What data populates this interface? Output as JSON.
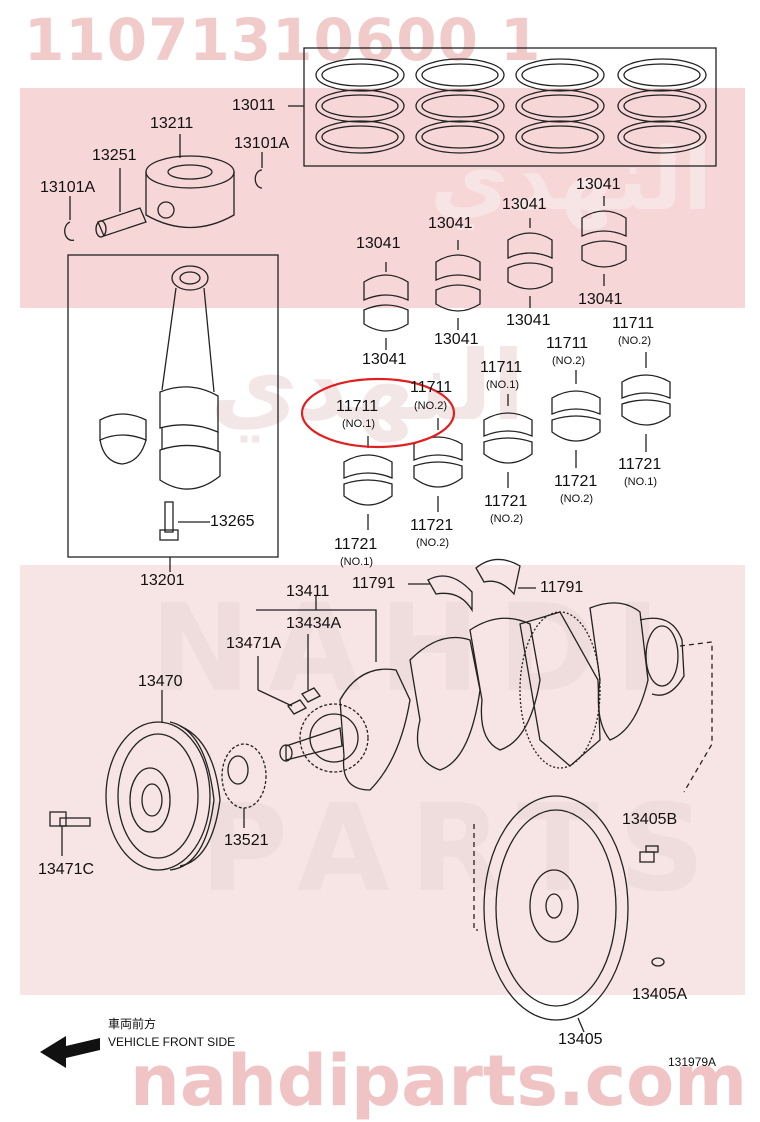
{
  "watermark": {
    "part_number": "11071310600 1",
    "brand_line1": "NAHDI",
    "brand_line2": "PARTS",
    "site": "nahdiparts.com",
    "arabic": "النهدي"
  },
  "labels": {
    "p13011": "13011",
    "p13211": "13211",
    "p13251": "13251",
    "p13101A_left": "13101A",
    "p13101A_right": "13101A",
    "p13201": "13201",
    "p13265": "13265",
    "b13041_1": "13041",
    "b13041_2": "13041",
    "b13041_3": "13041",
    "b13041_4": "13041",
    "b13041_5": "13041",
    "b13041_6": "13041",
    "b13041_7": "13041",
    "b13041_8": "13041",
    "b11711_1": "11711",
    "b11711_2": "11711",
    "b11711_3": "11711",
    "b11711_4": "11711",
    "b11711_5": "11711",
    "b11721_1": "11721",
    "b11721_2": "11721",
    "b11721_3": "11721",
    "b11721_4": "11721",
    "b11721_5": "11721",
    "t11791_left": "11791",
    "t11791_right": "11791",
    "p13411": "13411",
    "p13434A": "13434A",
    "p13471A": "13471A",
    "p13470": "13470",
    "p13471C": "13471C",
    "p13521": "13521",
    "p13405B": "13405B",
    "p13405A": "13405A",
    "p13405": "13405"
  },
  "sublabels": {
    "s1_no1": "(NO.1)",
    "s2_no2": "(NO.2)",
    "s3_no1": "(NO.1)",
    "s4_no2": "(NO.2)",
    "s5_no2": "(NO.2)",
    "s6_no1": "(NO.1)",
    "s7_no2": "(NO.2)",
    "s8_no2": "(NO.2)",
    "s9_no2": "(NO.2)",
    "s10_no1": "(NO.1)"
  },
  "direction": {
    "kanji": "車両前方",
    "text": "VEHICLE FRONT SIDE"
  },
  "figure_id": "131979A",
  "colors": {
    "highlight": "#e02020",
    "watermark": "#f6d6d6",
    "line": "#222222"
  }
}
